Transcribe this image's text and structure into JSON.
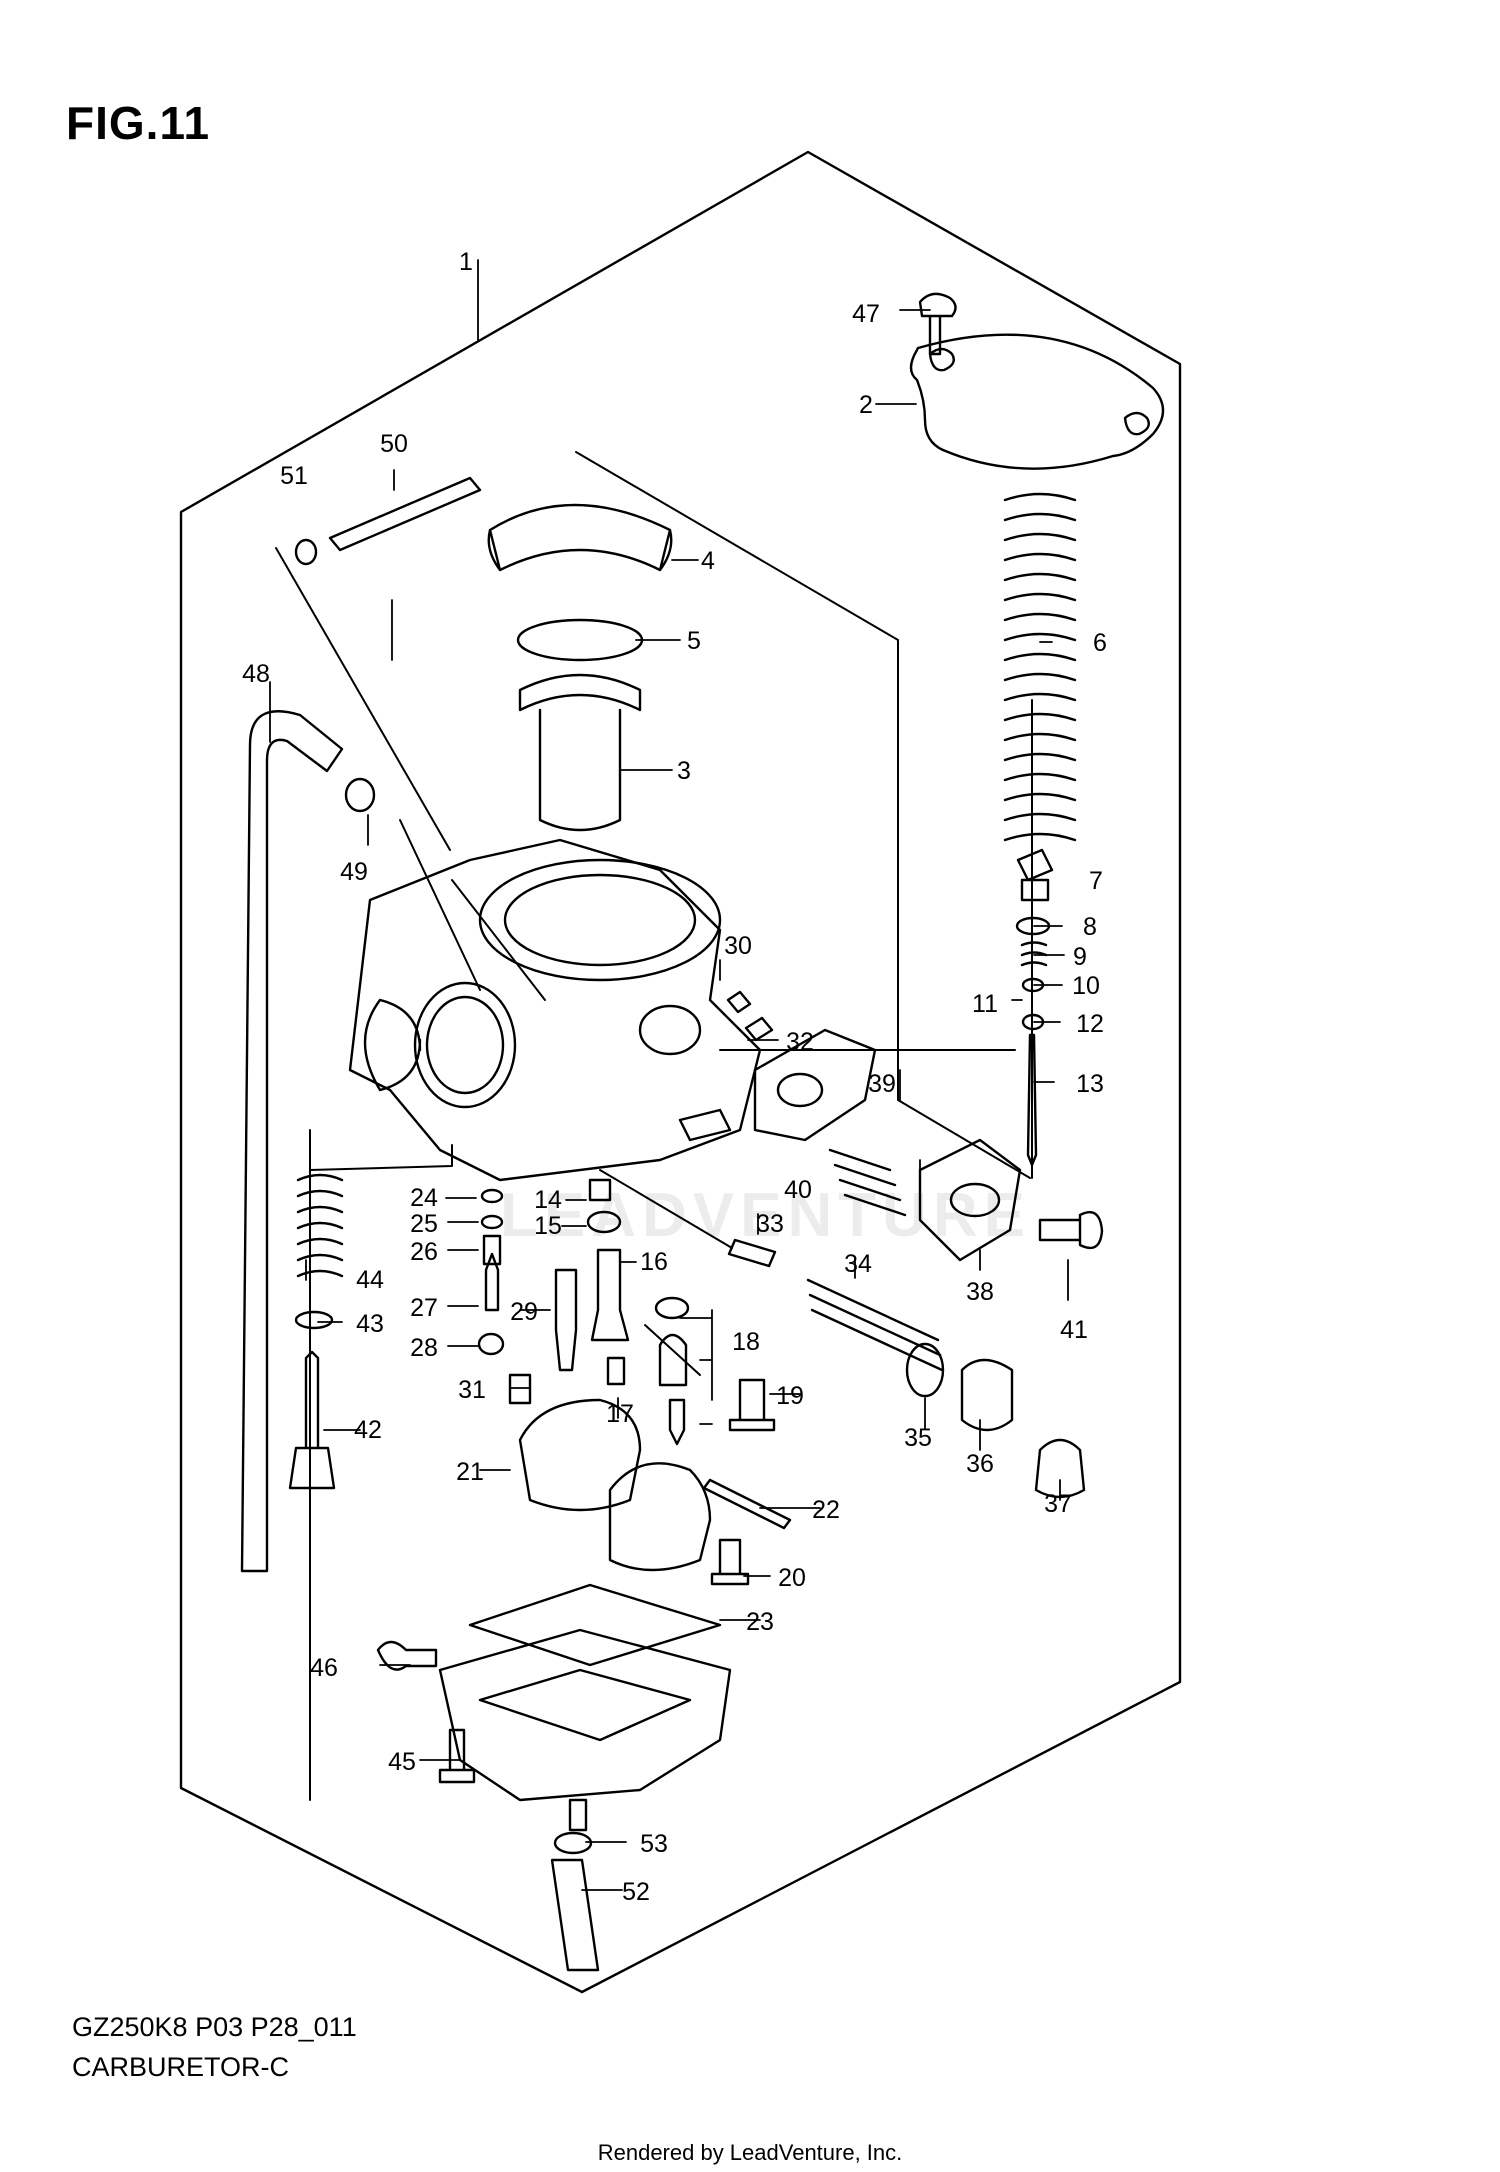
{
  "figure": {
    "title": "FIG.11",
    "model_code": "GZ250K8 P03 P28_011",
    "caption": "CARBURETOR-C",
    "footer": "Rendered by LeadVenture, Inc.",
    "watermark": "LEADVENTURE"
  },
  "callouts": [
    "1",
    "2",
    "3",
    "4",
    "5",
    "6",
    "7",
    "8",
    "9",
    "10",
    "11",
    "12",
    "13",
    "14",
    "15",
    "16",
    "17",
    "18",
    "19",
    "20",
    "21",
    "22",
    "23",
    "24",
    "25",
    "26",
    "27",
    "28",
    "29",
    "30",
    "31",
    "32",
    "33",
    "34",
    "35",
    "36",
    "37",
    "38",
    "39",
    "40",
    "41",
    "42",
    "43",
    "44",
    "45",
    "46",
    "47",
    "48",
    "49",
    "50",
    "51",
    "52",
    "53"
  ]
}
